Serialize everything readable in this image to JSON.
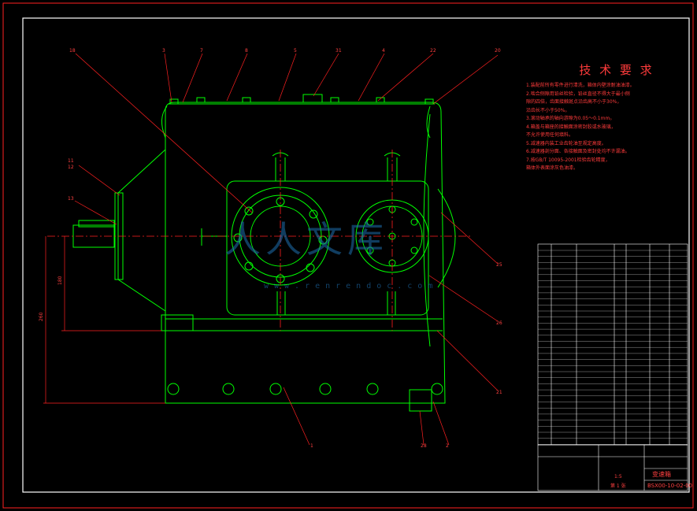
{
  "tech_requirements": {
    "title": "技 术 要 求",
    "items": [
      "1.装配前所有零件进行清洗，箱体内壁涂耐油油漆。",
      "2.啮合侧隙用铅丝检验，铅丝直径不得大于最小侧",
      "  隙的四倍，齿面接触斑点沿齿高不小于30%，",
      "  沿齿长不小于50%。",
      "3.滚动轴承的轴向游隙为0.05～0.1mm。",
      "4.箱盖与箱座的接触面涂密封胶或水玻璃，",
      "  不允许使用任何填料。",
      "5.减速器内装工业齿轮油至规定高度。",
      "6.减速器剖分面、各接触面及密封处均不许漏油。",
      "7.按GB/T 10095-2001检验齿轮精度，",
      "  箱体外表面涂灰色油漆。"
    ]
  },
  "watermark": {
    "text": "人人文库",
    "url": "www.renrendoc.com"
  },
  "leader_labels": {
    "top": [
      "3",
      "7",
      "8",
      "5",
      "31",
      "4",
      "22",
      "20"
    ],
    "left": [
      "18",
      "11",
      "12",
      "13"
    ],
    "right": [
      "25",
      "26",
      "21"
    ],
    "bottom": [
      "1",
      "2",
      "28"
    ],
    "dim": [
      "180",
      "260"
    ]
  },
  "title_block": {
    "drawing_name": "变速箱",
    "drawing_number": "BSX00-10-02-00",
    "scale": "1:5",
    "sheet": "第 1 张"
  },
  "colors": {
    "background": "#000000",
    "outline": "#00ff00",
    "annotation": "#ff2020",
    "centerline": "#ff2020",
    "watermark": "#1e6fb0",
    "border": "#ffffff"
  }
}
